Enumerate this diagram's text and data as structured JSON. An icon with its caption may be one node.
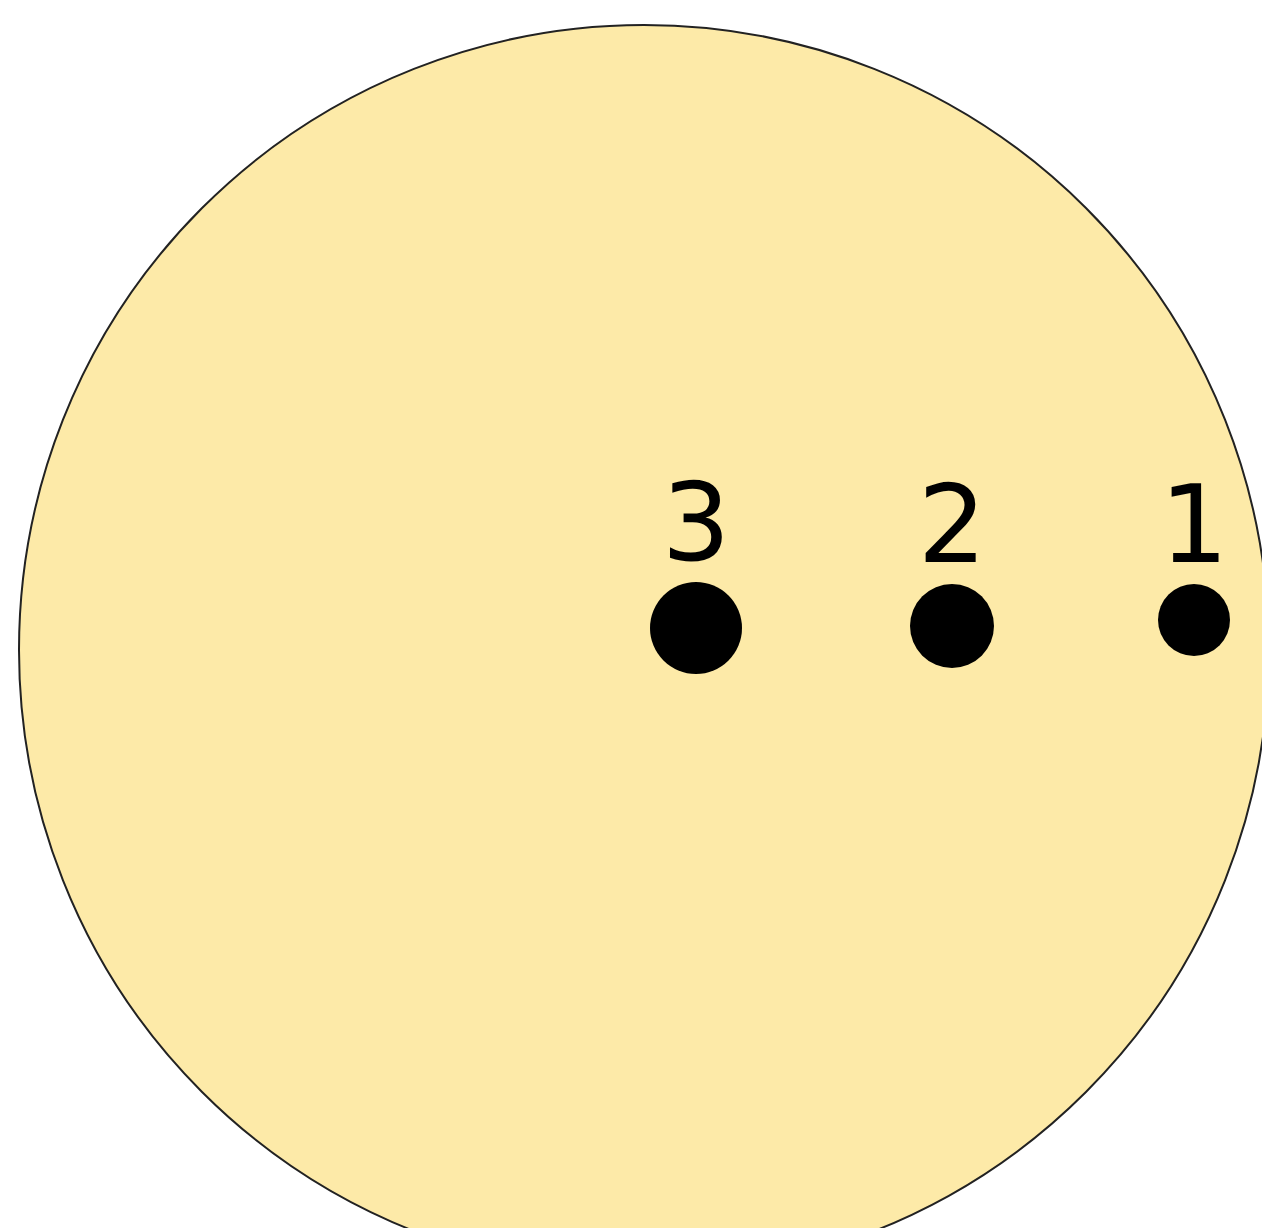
{
  "diagram": {
    "nodes": [
      {
        "text": [],
        "shape": "circle"
      },
      {
        "text": [
          "3"
        ],
        "in": 0
      },
      {
        "text": [
          "2"
        ],
        "in": 0
      },
      {
        "text": [
          "1"
        ],
        "in": 0
      }
    ]
  }
}
